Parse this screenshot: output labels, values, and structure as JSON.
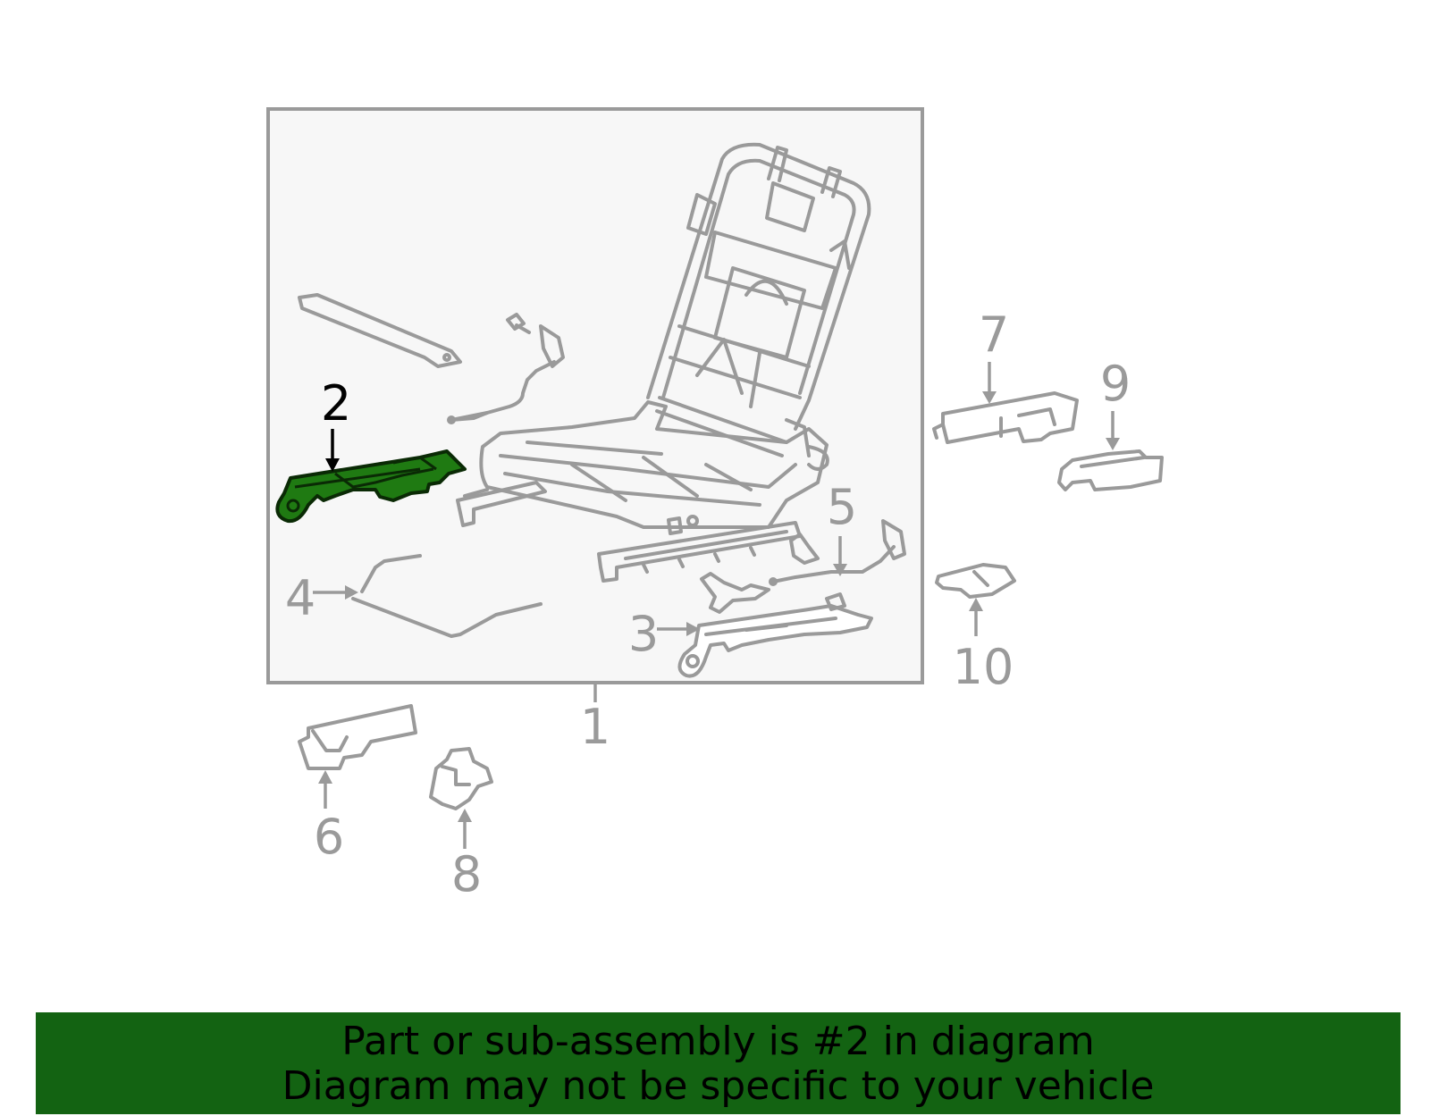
{
  "diagram": {
    "callouts": [
      "1",
      "2",
      "3",
      "4",
      "5",
      "6",
      "7",
      "8",
      "9",
      "10"
    ],
    "highlighted_part": "2"
  },
  "banner": {
    "line1": "Part or sub-assembly is #2 in diagram",
    "line2": "Diagram may not be specific to your vehicle",
    "background": "#136312"
  },
  "colors": {
    "line_art": "#9a9a9a",
    "highlight": "#1f7a12",
    "assembly_box_bg": "#f7f7f7"
  }
}
